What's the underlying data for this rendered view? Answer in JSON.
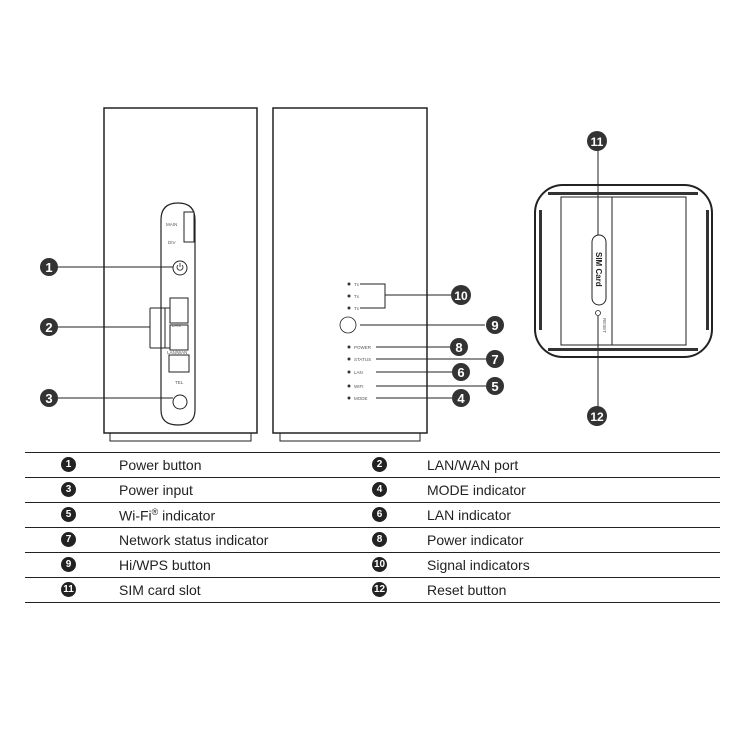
{
  "device_labels": {
    "main": "MAIN",
    "div": "DIV",
    "lan": "LAN",
    "lan_wan": "LAN/WAN",
    "tel": "TEL",
    "signal": [
      "Tx",
      "Tx",
      "Tx"
    ],
    "power": "POWER",
    "status": "STATUS",
    "lan_led": "LAN",
    "wifi": "WIFI",
    "mode": "MODE",
    "sim_card": "SIM Card",
    "reset": "RESET"
  },
  "callouts": [
    "1",
    "2",
    "3",
    "4",
    "5",
    "6",
    "7",
    "8",
    "9",
    "10",
    "11",
    "12"
  ],
  "legend": [
    {
      "num": "1",
      "label": "Power button",
      "num2": "2",
      "label2": "LAN/WAN port"
    },
    {
      "num": "3",
      "label": "Power input",
      "num2": "4",
      "label2": "MODE indicator"
    },
    {
      "num": "5",
      "label": "Wi-Fi",
      "sup": "®",
      "label_suffix": " indicator",
      "num2": "6",
      "label2": "LAN indicator"
    },
    {
      "num": "7",
      "label": "Network status indicator",
      "num2": "8",
      "label2": "Power indicator"
    },
    {
      "num": "9",
      "label": "Hi/WPS button",
      "num2": "10",
      "label2": "Signal indicators"
    },
    {
      "num": "11",
      "label": "SIM card slot",
      "num2": "12",
      "label2": "Reset button"
    }
  ]
}
